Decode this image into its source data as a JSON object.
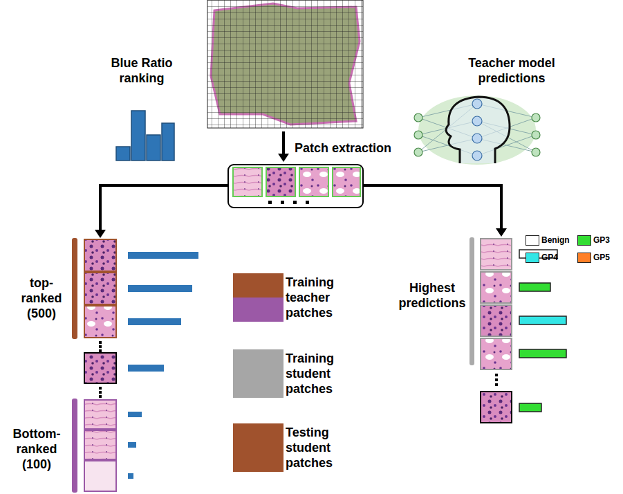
{
  "diagram": {
    "labels": [
      "Blue Ratio ranking",
      "Teacher model predictions",
      "Patch extraction",
      "top-ranked (500)",
      "Bottom-ranked (100)",
      "Highest predictions"
    ],
    "legend": [
      {
        "text": "Benign",
        "color": "#ffffff"
      },
      {
        "text": "GP3",
        "color": "#33dd33"
      },
      {
        "text": "GP4",
        "color": "#33e6e6"
      },
      {
        "text": "GP5",
        "color": "#ff7f27"
      },
      {
        "text": "Training teacher patches"
      },
      {
        "text": "Training student patches",
        "color": "#a6a6a6"
      },
      {
        "text": "Testing student patches",
        "color": "#a0522d"
      }
    ]
  }
}
